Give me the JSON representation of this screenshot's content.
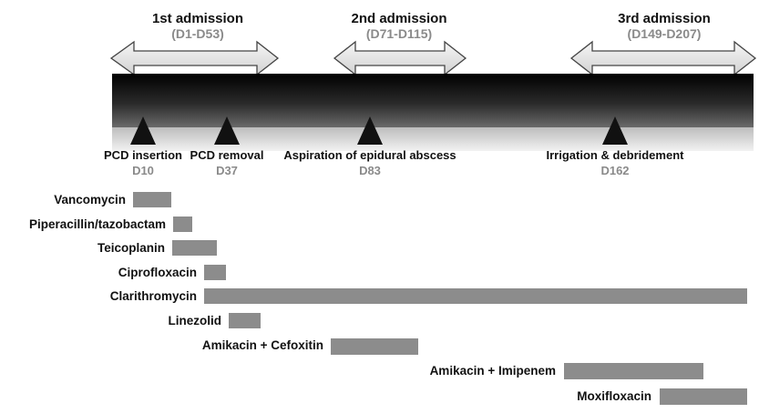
{
  "admissions": [
    {
      "title": "1st admission",
      "range": "(D1-D53)"
    },
    {
      "title": "2nd admission",
      "range": "(D71-D115)"
    },
    {
      "title": "3rd admission",
      "range": "(D149-D207)"
    }
  ],
  "events": [
    {
      "label": "PCD insertion",
      "day": "D10"
    },
    {
      "label": "PCD removal",
      "day": "D37"
    },
    {
      "label": "Aspiration of epidural abscess",
      "day": "D83"
    },
    {
      "label": "Irrigation & debridement",
      "day": "D162"
    }
  ],
  "drugs": [
    {
      "label": "Vancomycin"
    },
    {
      "label": "Piperacillin/tazobactam"
    },
    {
      "label": "Teicoplanin"
    },
    {
      "label": "Ciprofloxacin"
    },
    {
      "label": "Clarithromycin"
    },
    {
      "label": "Linezolid"
    },
    {
      "label": "Amikacin + Cefoxitin"
    },
    {
      "label": "Amikacin + Imipenem"
    },
    {
      "label": "Moxifloxacin"
    }
  ],
  "colors": {
    "bar_fill": "#8c8c8c",
    "arrow_fill": "#e6e6e6",
    "arrow_stroke": "#444444",
    "marker": "#111111",
    "timeline_dark": "#000000",
    "timeline_light": "#cfcfcf"
  }
}
